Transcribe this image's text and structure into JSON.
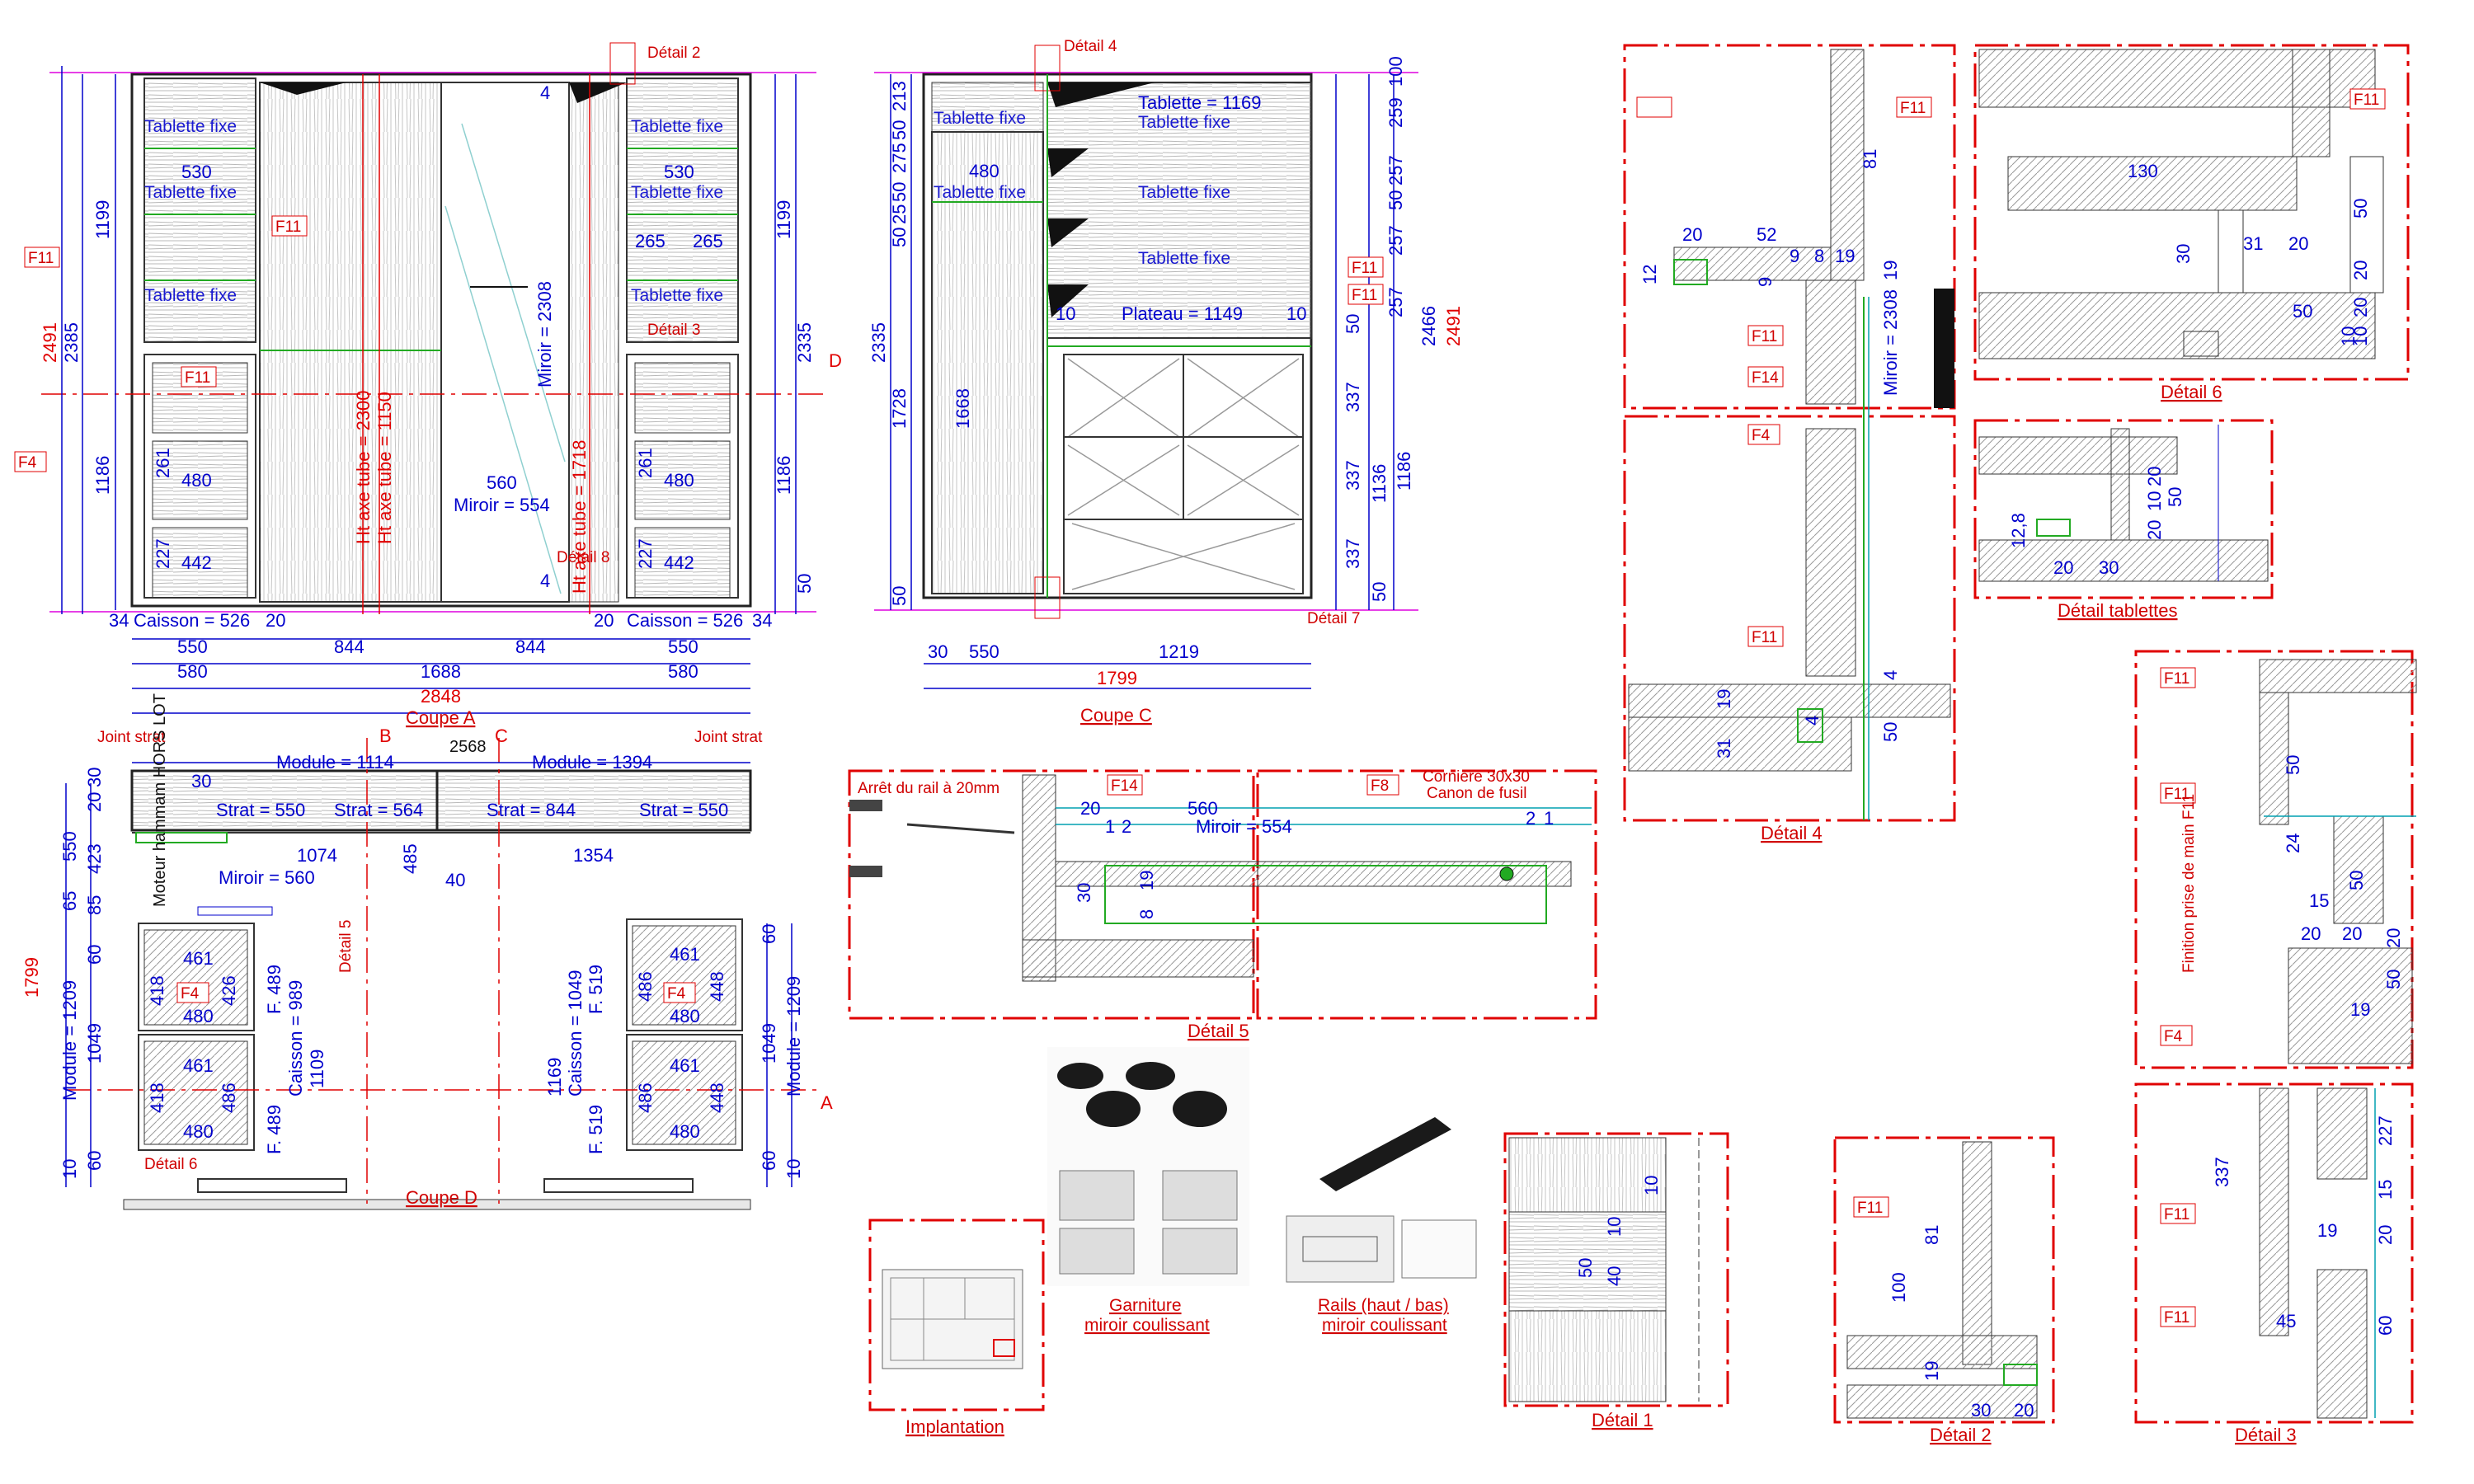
{
  "views": {
    "coupe_a": {
      "caption": "Coupe A",
      "tablettes": [
        "Tablette fixe",
        "Tablette fixe",
        "Tablette fixe",
        "Tablette fixe",
        "Tablette fixe",
        "Tablette fixe"
      ],
      "tags": [
        "F11",
        "F11",
        "F11",
        "F4"
      ],
      "detail_refs": [
        "Détail 2",
        "Détail 3",
        "Détail 8"
      ],
      "texts": [
        "530",
        "530",
        "265",
        "265",
        "261",
        "261",
        "480",
        "480",
        "227",
        "227",
        "442",
        "442",
        "Ht axe tube = 2300",
        "Ht axe tube = 1150",
        "Miroir = 2308",
        "Ht axe tube = 1718",
        "560",
        "Miroir = 554",
        "4",
        "4",
        "D"
      ],
      "bottom_dims": [
        "34",
        "Caisson = 526",
        "20",
        "20",
        "Caisson = 526",
        "34",
        "550",
        "844",
        "844",
        "550",
        "580",
        "1688",
        "580",
        "2848"
      ],
      "left_dims": [
        "2491",
        "2385",
        "1199",
        "1186"
      ],
      "right_dims": [
        "1199",
        "2335",
        "1186",
        "50"
      ]
    },
    "coupe_c": {
      "caption": "Coupe C",
      "texts": [
        "Tablette fixe",
        "Tablette fixe",
        "Tablette = 1169",
        "Tablette fixe",
        "Tablette fixe",
        "Tablette fixe",
        "480",
        "10",
        "Plateau = 1149",
        "10",
        "1668"
      ],
      "tags": [
        "F11",
        "F11"
      ],
      "detail_refs": [
        "Détail 4",
        "Détail 7"
      ],
      "left_dims": [
        "213",
        "50",
        "275",
        "50",
        "25",
        "50",
        "2335",
        "1728",
        "50"
      ],
      "right_dims": [
        "100",
        "259",
        "257",
        "50",
        "257",
        "257",
        "50",
        "2466",
        "2491",
        "337",
        "337",
        "1136",
        "1186",
        "337",
        "50"
      ],
      "bottom_dims": [
        "30",
        "550",
        "1219",
        "1799"
      ]
    },
    "coupe_d": {
      "caption": "Coupe D",
      "texts": [
        "Joint strat",
        "Joint strat",
        "B",
        "C",
        "2568",
        "Module = 1114",
        "Module = 1394",
        "30",
        "Strat = 550",
        "Strat = 564",
        "Strat = 844",
        "Strat = 550",
        "1074",
        "485",
        "1354",
        "Miroir = 560",
        "40",
        "Moteur hammam HORS LOT",
        "Détail 5",
        "Détail 6",
        "461",
        "418",
        "426",
        "480",
        "461",
        "418",
        "486",
        "480",
        "F. 489",
        "Caisson = 989",
        "1109",
        "F. 489",
        "F. 519",
        "Caisson = 1049",
        "1169",
        "F. 519",
        "461",
        "486",
        "448",
        "480",
        "461",
        "486",
        "448",
        "480",
        "A"
      ],
      "tags": [
        "F4",
        "F4"
      ],
      "left_dims": [
        "30",
        "20",
        "550",
        "423",
        "65",
        "85",
        "60",
        "1799",
        "Module = 1209",
        "1049",
        "60",
        "10"
      ],
      "right_dims": [
        "60",
        "Module = 1209",
        "1049",
        "60",
        "10"
      ]
    },
    "detail_5": {
      "caption": "Détail 5",
      "texts": [
        "Arrêt du rail à 20mm",
        "20",
        "1",
        "2",
        "Miroir = 554",
        "560",
        "30",
        "19",
        "8",
        "Cornière 30x30",
        "Canon de fusil",
        "2",
        "1"
      ],
      "tags": [
        "F14",
        "F8"
      ]
    },
    "implantation": {
      "caption": "Implantation"
    },
    "garniture": {
      "caption_lines": [
        "Garniture",
        "miroir coulissant"
      ]
    },
    "rails": {
      "caption_lines": [
        "Rails (haut / bas)",
        "miroir coulissant"
      ]
    },
    "detail_4": {
      "caption": "Détail 4",
      "tags": [
        "F11",
        "F11",
        "F14",
        "F4",
        "F11"
      ],
      "texts": [
        "20",
        "52",
        "12",
        "81",
        "9",
        "8",
        "19",
        "19",
        "9",
        "Miroir = 2308",
        "4",
        "19",
        "31",
        "4",
        "50"
      ]
    },
    "detail_6": {
      "caption": "Détail 6",
      "tags": [
        "F11"
      ],
      "texts": [
        "130",
        "50",
        "30",
        "31",
        "20",
        "50",
        "20",
        "20",
        "10",
        "10"
      ]
    },
    "detail_tablettes": {
      "caption": "Détail tablettes",
      "texts": [
        "12,8",
        "20",
        "30",
        "20",
        "10",
        "20",
        "50"
      ]
    },
    "detail_3": {
      "caption": "Détail 3",
      "tags": [
        "F11",
        "F11",
        "F4",
        "F11",
        "F11"
      ],
      "texts": [
        "50",
        "24",
        "Finition prise de main F11",
        "15",
        "20",
        "20",
        "50",
        "50",
        "20",
        "19",
        "227",
        "337",
        "15",
        "19",
        "20",
        "60",
        "45"
      ]
    },
    "detail_1": {
      "caption": "Détail 1",
      "texts": [
        "10",
        "10",
        "50",
        "40"
      ]
    },
    "detail_2": {
      "caption": "Détail 2",
      "tags": [
        "F11"
      ],
      "texts": [
        "81",
        "100",
        "19",
        "30",
        "20"
      ]
    }
  },
  "colors": {
    "frame": "#e00000",
    "dimension": "#0000cc",
    "annotation": "#d00000",
    "green_edge": "#22aa22",
    "magenta": "#dd00dd"
  }
}
